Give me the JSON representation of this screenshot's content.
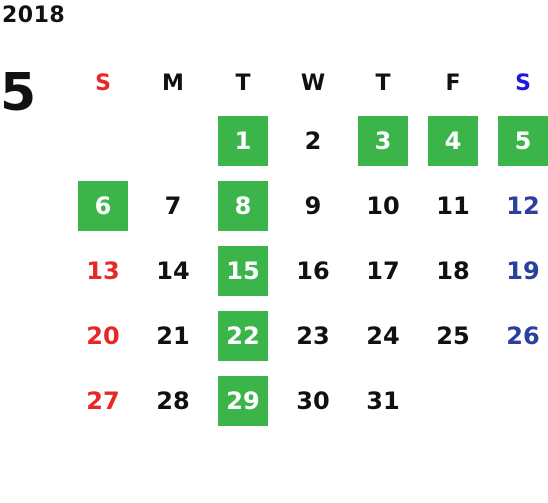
{
  "calendar": {
    "year": "2018",
    "month": "5",
    "weekdays": [
      "S",
      "M",
      "T",
      "W",
      "T",
      "F",
      "S"
    ],
    "weeks": [
      [
        null,
        null,
        {
          "day": "1",
          "highlight": true
        },
        {
          "day": "2",
          "highlight": false
        },
        {
          "day": "3",
          "highlight": true
        },
        {
          "day": "4",
          "highlight": true
        },
        {
          "day": "5",
          "highlight": true
        }
      ],
      [
        {
          "day": "6",
          "highlight": true
        },
        {
          "day": "7",
          "highlight": false
        },
        {
          "day": "8",
          "highlight": true
        },
        {
          "day": "9",
          "highlight": false
        },
        {
          "day": "10",
          "highlight": false
        },
        {
          "day": "11",
          "highlight": false
        },
        {
          "day": "12",
          "highlight": false
        }
      ],
      [
        {
          "day": "13",
          "highlight": false
        },
        {
          "day": "14",
          "highlight": false
        },
        {
          "day": "15",
          "highlight": true
        },
        {
          "day": "16",
          "highlight": false
        },
        {
          "day": "17",
          "highlight": false
        },
        {
          "day": "18",
          "highlight": false
        },
        {
          "day": "19",
          "highlight": false
        }
      ],
      [
        {
          "day": "20",
          "highlight": false
        },
        {
          "day": "21",
          "highlight": false
        },
        {
          "day": "22",
          "highlight": true
        },
        {
          "day": "23",
          "highlight": false
        },
        {
          "day": "24",
          "highlight": false
        },
        {
          "day": "25",
          "highlight": false
        },
        {
          "day": "26",
          "highlight": false
        }
      ],
      [
        {
          "day": "27",
          "highlight": false
        },
        {
          "day": "28",
          "highlight": false
        },
        {
          "day": "29",
          "highlight": true
        },
        {
          "day": "30",
          "highlight": false
        },
        {
          "day": "31",
          "highlight": false
        },
        null,
        null
      ]
    ]
  },
  "colors": {
    "highlight_bg": "#3bb54a",
    "sunday": "#e62828",
    "saturday": "#2b3f9e",
    "saturday_header": "#1a1adb",
    "text": "#111111"
  }
}
